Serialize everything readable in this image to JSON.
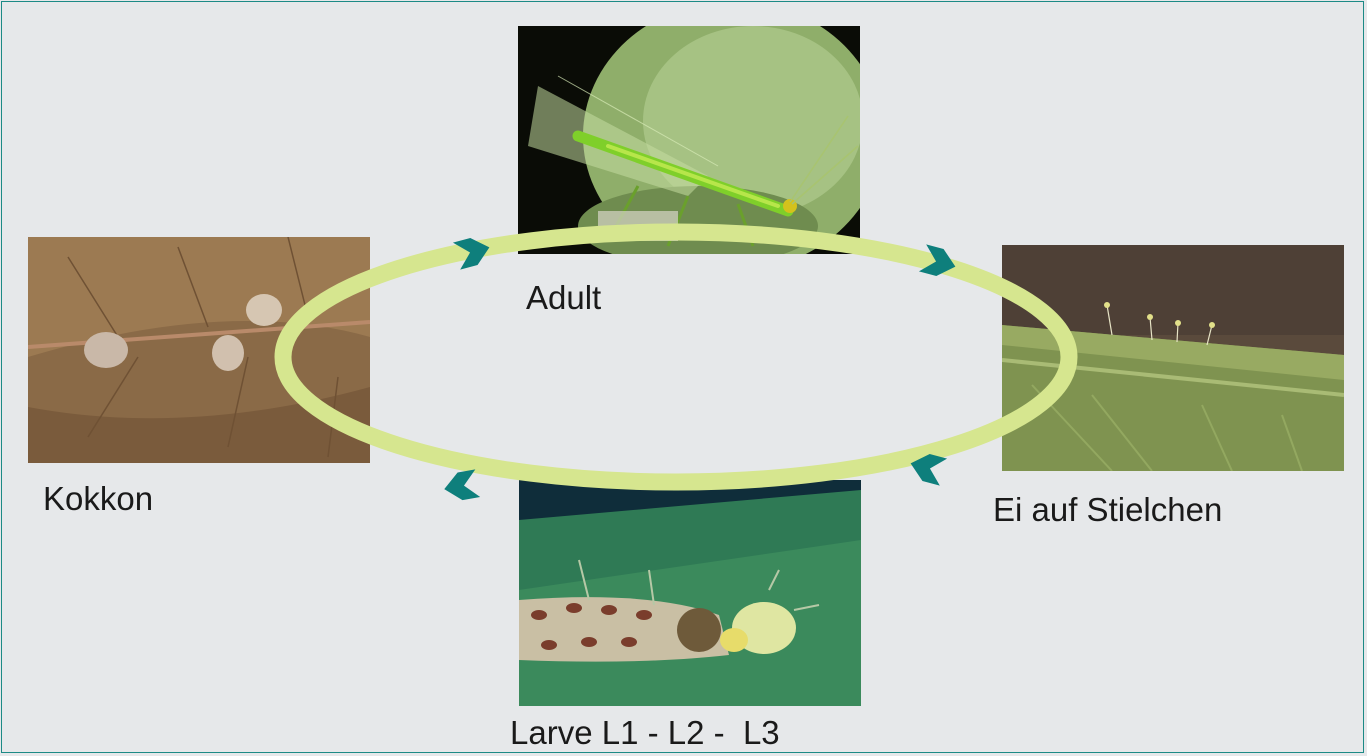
{
  "stages": {
    "adult": {
      "label": "Adult"
    },
    "egg": {
      "label": "Ei auf Stielchen"
    },
    "larva": {
      "label": "Larve L1 - L2 -  L3"
    },
    "cocoon": {
      "label": "Kokkon"
    }
  },
  "colors": {
    "ring": "#d6e68f",
    "arrow": "#0e7f7c",
    "border": "#1c8a86",
    "background": "#e6e8ea"
  },
  "icons": {
    "arrow": "chevron-arrow-icon"
  }
}
